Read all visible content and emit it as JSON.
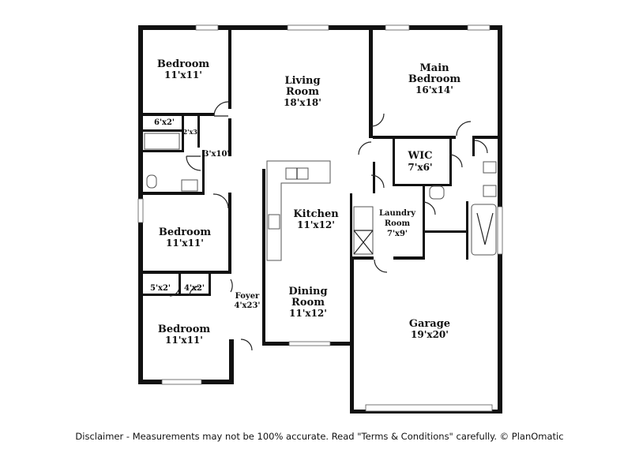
{
  "rooms": {
    "bedroom_top": {
      "name": "Bedroom",
      "dims": "11'x11'"
    },
    "living": {
      "name_line1": "Living",
      "name_line2": "Room",
      "dims": "18'x18'"
    },
    "main_bedroom": {
      "name_line1": "Main",
      "name_line2": "Bedroom",
      "dims": "16'x14'"
    },
    "closet_6x2": {
      "dims": "6'x2'"
    },
    "closet_2x3": {
      "dims": "2'x3'"
    },
    "hall_3x10": {
      "dims": "3'x10'"
    },
    "wic": {
      "name": "WIC",
      "dims": "7'x6'"
    },
    "kitchen": {
      "name": "Kitchen",
      "dims": "11'x12'"
    },
    "laundry": {
      "name_line1": "Laundry",
      "name_line2": "Room",
      "dims": "7'x9'"
    },
    "bedroom_mid": {
      "name": "Bedroom",
      "dims": "11'x11'"
    },
    "closet_5x2": {
      "dims": "5'x2'"
    },
    "closet_4x2": {
      "dims": "4'x2'"
    },
    "foyer": {
      "name": "Foyer",
      "dims": "4'x23'"
    },
    "dining": {
      "name_line1": "Dining",
      "name_line2": "Room",
      "dims": "11'x12'"
    },
    "bedroom_bot": {
      "name": "Bedroom",
      "dims": "11'x11'"
    },
    "garage": {
      "name": "Garage",
      "dims": "19'x20'"
    }
  },
  "disclaimer": "Disclaimer - Measurements may not be 100% accurate. Read \"Terms & Conditions\" carefully. © PlanOmatic"
}
